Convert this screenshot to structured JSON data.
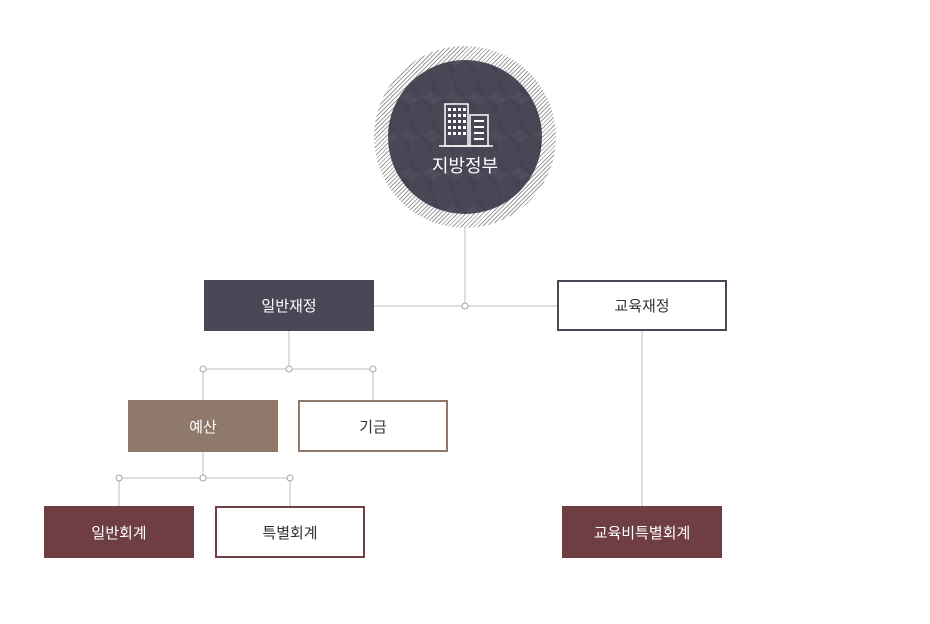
{
  "root": {
    "label": "지방정부",
    "icon": "office-building-icon"
  },
  "general_finance": {
    "label": "일반재정"
  },
  "education_finance": {
    "label": "교육재정"
  },
  "budget": {
    "label": "예산"
  },
  "fund": {
    "label": "기금"
  },
  "general_account": {
    "label": "일반회계"
  },
  "special_account": {
    "label": "특별회계"
  },
  "education_special_account": {
    "label": "교육비특별회계"
  },
  "colors": {
    "dark": "#4a4757",
    "brown": "#8f796b",
    "maroon": "#6e3e42",
    "connector": "#bdbdbd"
  }
}
